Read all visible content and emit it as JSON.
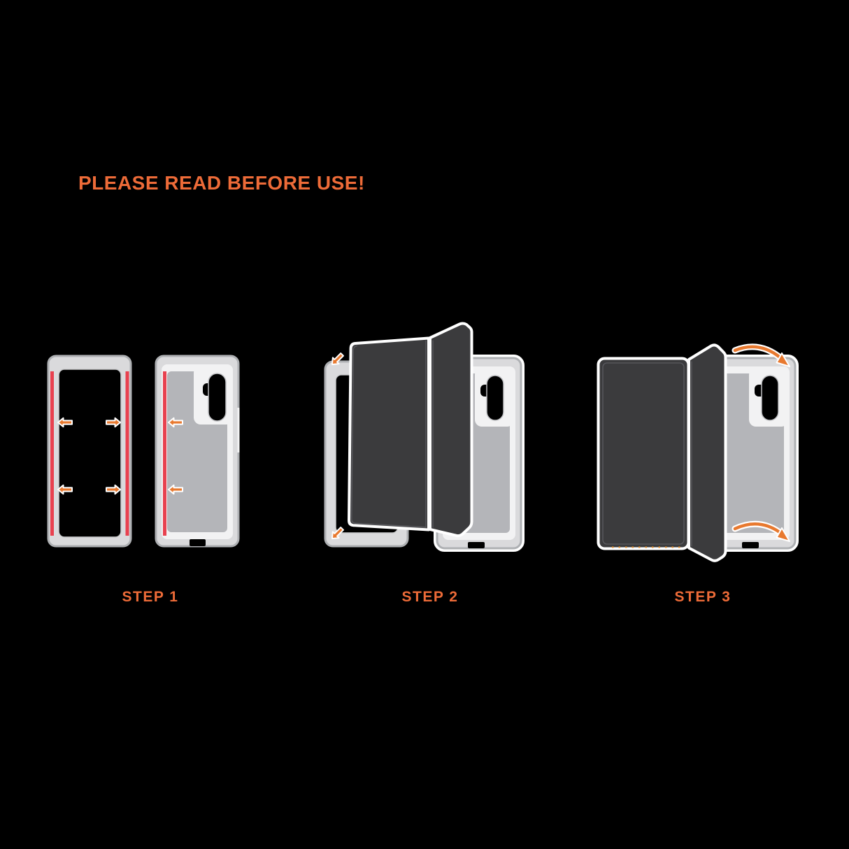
{
  "title": "PLEASE READ BEFORE USE!",
  "steps": [
    {
      "label": "STEP 1"
    },
    {
      "label": "STEP 2"
    },
    {
      "label": "STEP 3"
    }
  ],
  "colors": {
    "background": "#000000",
    "accent_orange": "#ED6B38",
    "arrow_orange": "#E8792F",
    "adhesive_red": "#E8414F",
    "case_gray": "#DADADC",
    "case_edge_gray": "#AEB0B3",
    "interior_gray": "#B4B5B9",
    "rim_white": "#F2F2F3",
    "cover_dark": "#3B3B3D",
    "outline_white": "#FFFFFF"
  }
}
